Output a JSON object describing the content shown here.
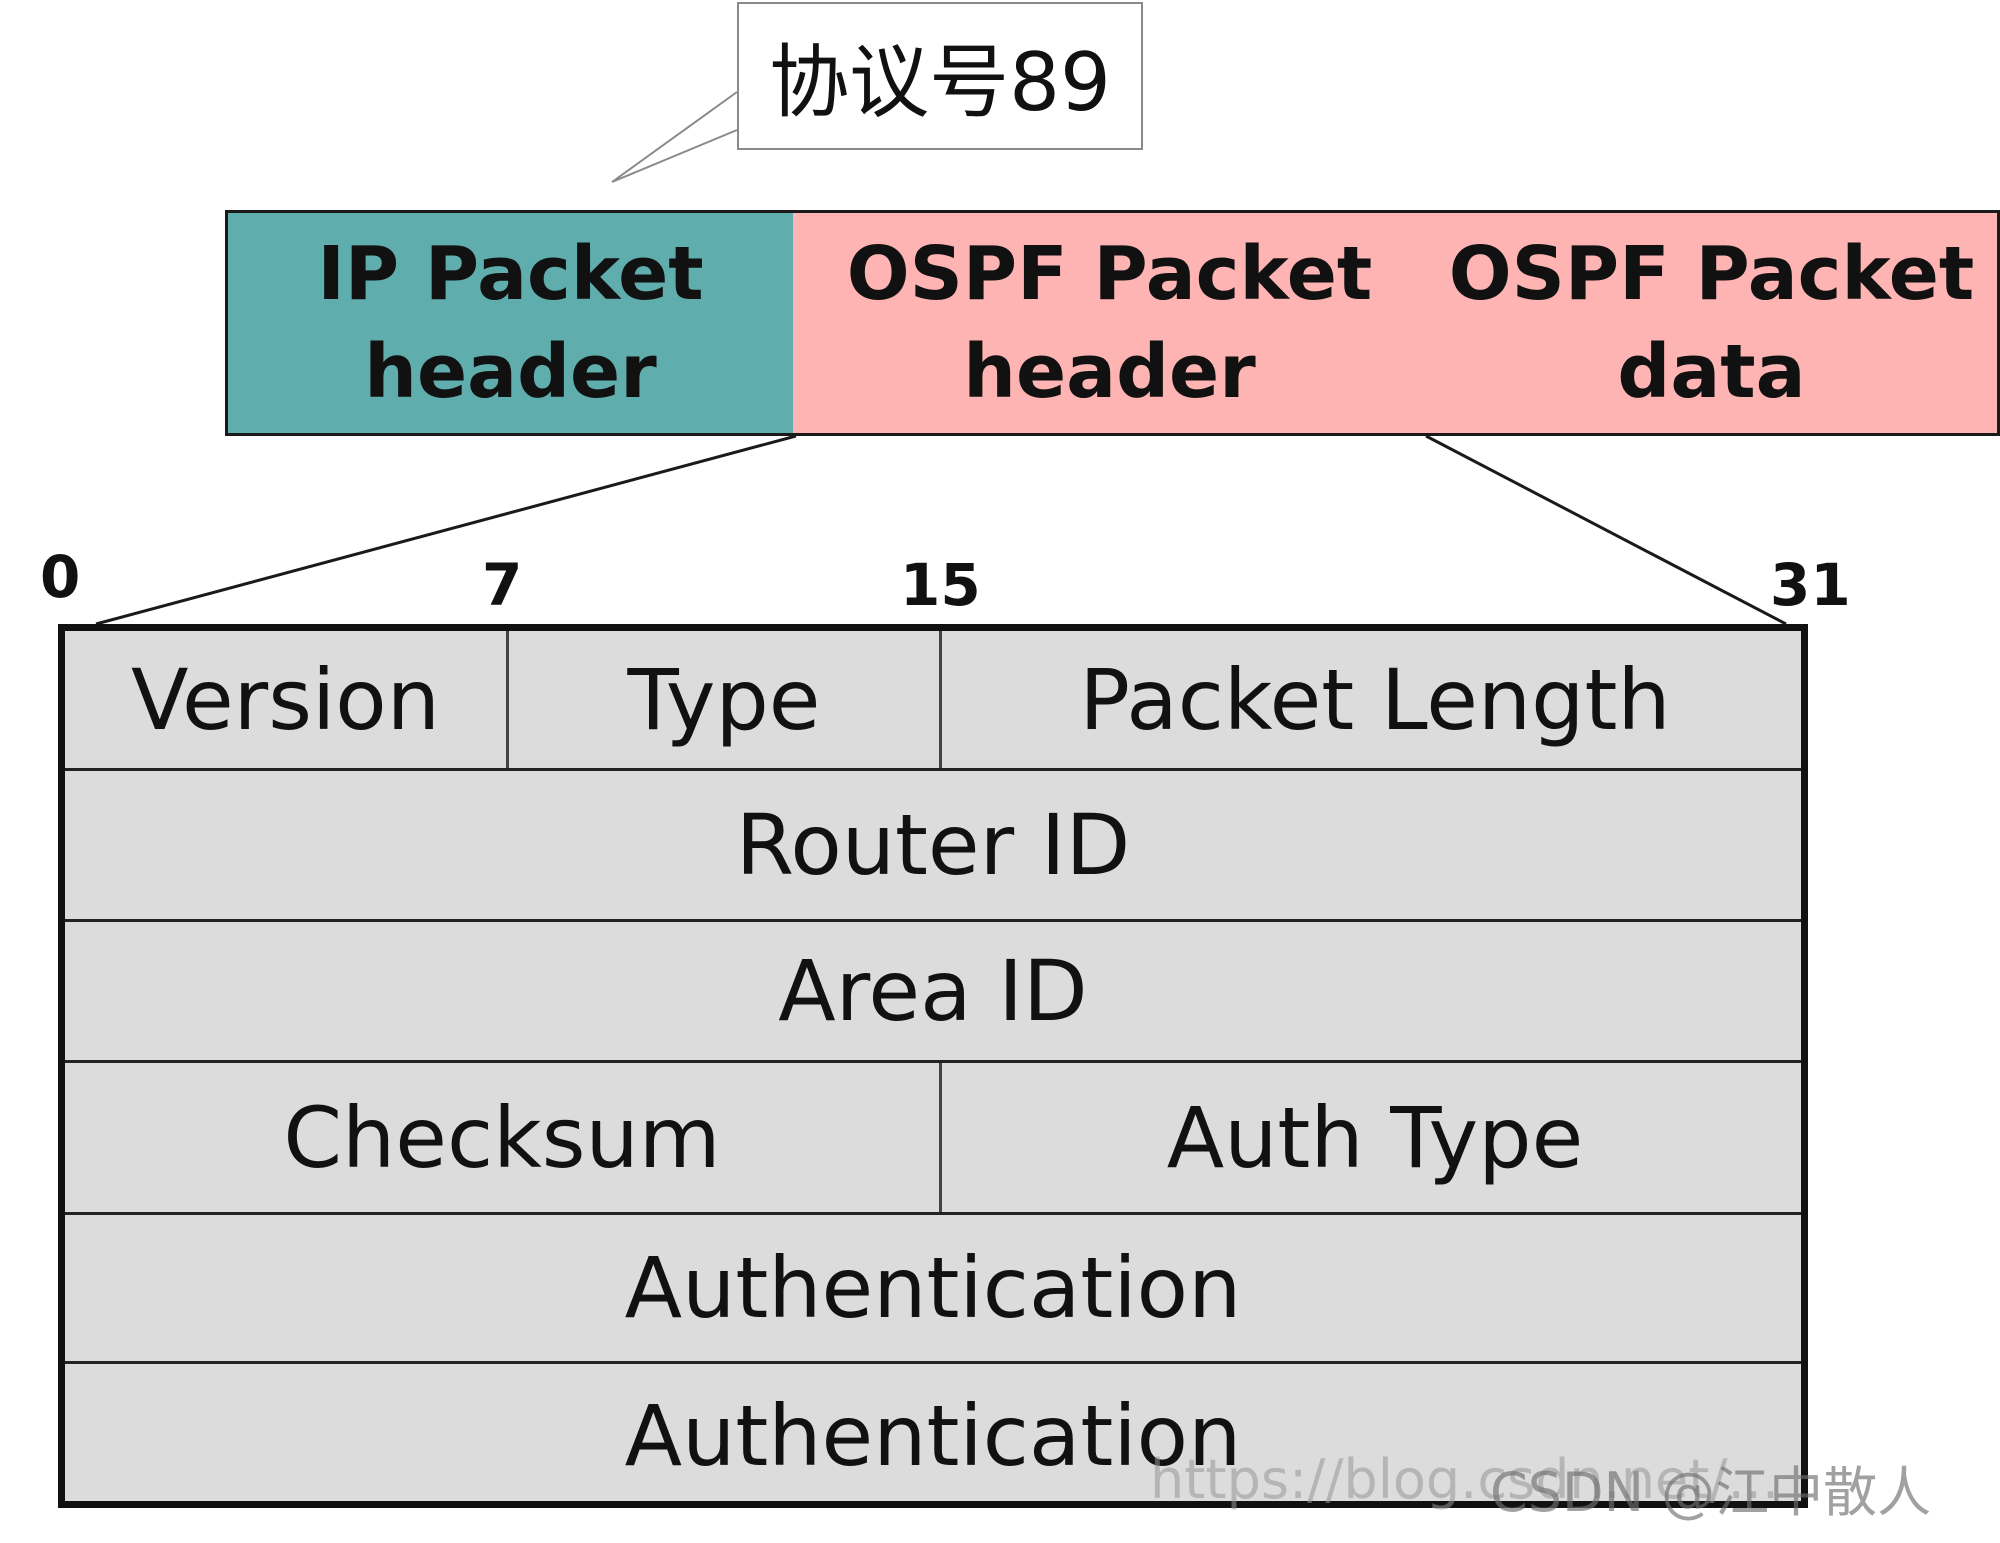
{
  "callout": {
    "text": "协议号89"
  },
  "packet": {
    "ip_header": {
      "line1": "IP Packet",
      "line2": "header"
    },
    "ospf_header": {
      "line1": "OSPF Packet",
      "line2": "header"
    },
    "ospf_data": {
      "line1": "OSPF Packet",
      "line2": "data"
    }
  },
  "bit_labels": [
    "0",
    "7",
    "15",
    "31"
  ],
  "fields": {
    "version": "Version",
    "type": "Type",
    "packet_length": "Packet Length",
    "router_id": "Router ID",
    "area_id": "Area ID",
    "checksum": "Checksum",
    "auth_type": "Auth Type",
    "authentication_1": "Authentication",
    "authentication_2": "Authentication"
  },
  "watermark": {
    "url": "https://blog.csdn.net/...",
    "brand": "CSDN @江中散人"
  }
}
